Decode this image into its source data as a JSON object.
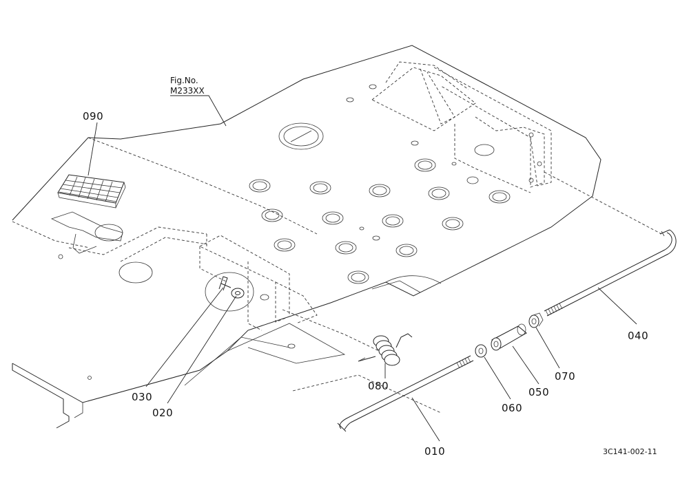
{
  "figure": {
    "fig_no_label": "Fig.No.",
    "fig_no_value": "M233XX",
    "drawing_code": "3C141-002-11"
  },
  "parts": [
    {
      "id": "010",
      "label": "010"
    },
    {
      "id": "020",
      "label": "020"
    },
    {
      "id": "030",
      "label": "030"
    },
    {
      "id": "040",
      "label": "040"
    },
    {
      "id": "050",
      "label": "050"
    },
    {
      "id": "060",
      "label": "060"
    },
    {
      "id": "070",
      "label": "070"
    },
    {
      "id": "080",
      "label": "080"
    },
    {
      "id": "090",
      "label": "090"
    }
  ]
}
